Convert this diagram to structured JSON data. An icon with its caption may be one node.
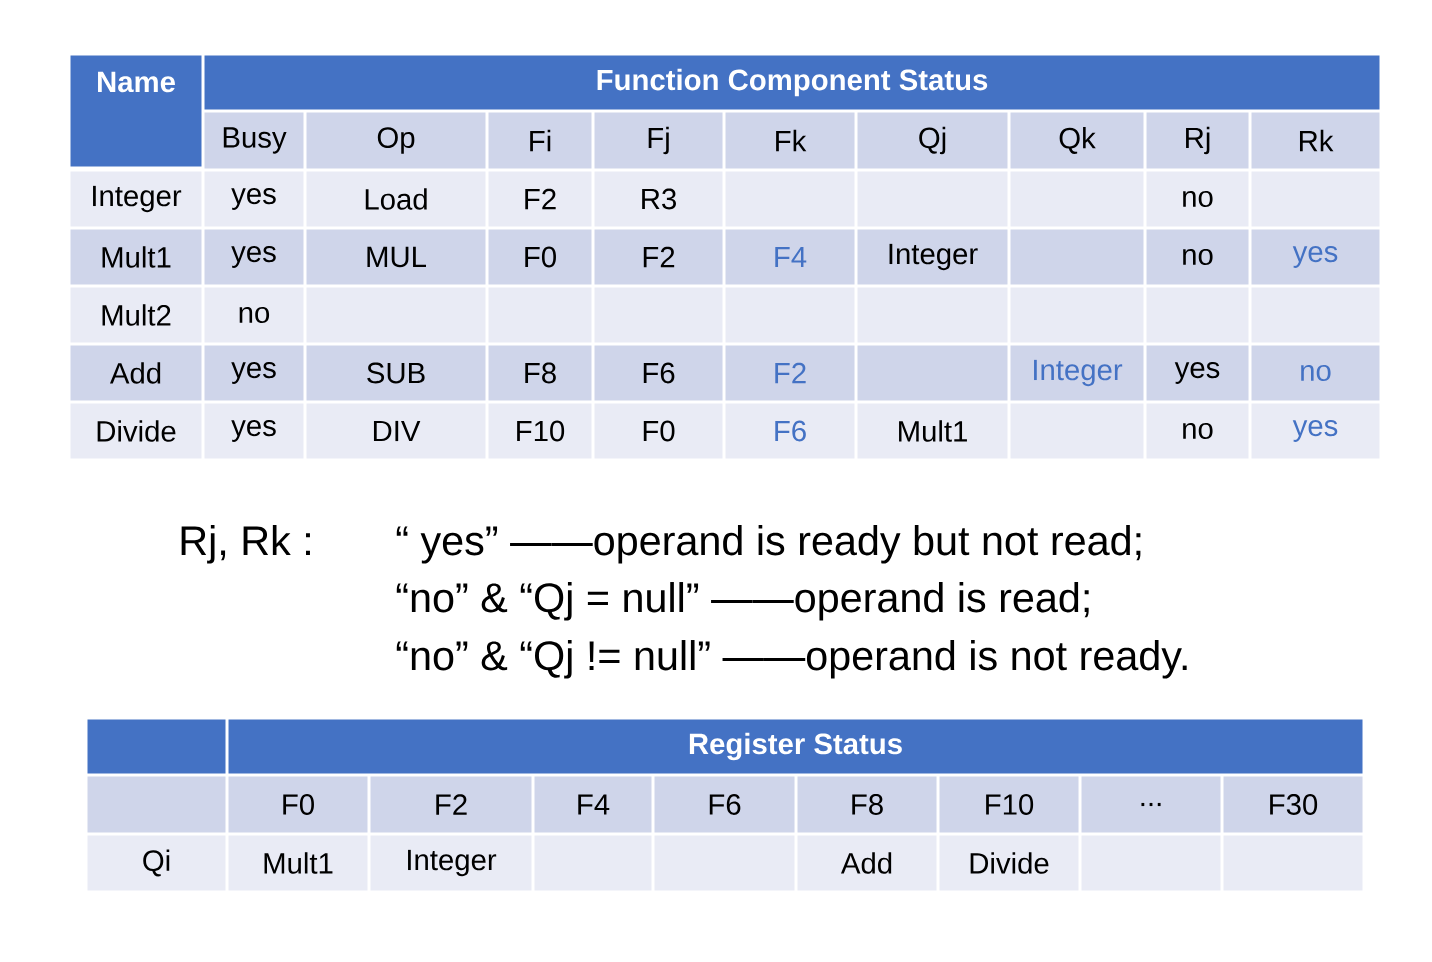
{
  "diagram": {
    "labels": [
      "Name",
      "Function Component Status",
      "Busy",
      "Op",
      "Fi",
      "Fj",
      "Fk",
      "Qj",
      "Qk",
      "Rj",
      "Rk",
      "Integer",
      "yes",
      "Load",
      "F2",
      "R3",
      "no",
      "Mult1",
      "yes",
      "MUL",
      "F0",
      "F2",
      "F4",
      "Integer",
      "no",
      "yes",
      "Mult2",
      "no",
      "Add",
      "yes",
      "SUB",
      "F8",
      "F6",
      "F2",
      "Integer",
      "yes",
      "no",
      "Divide",
      "yes",
      "DIV",
      "F10",
      "F0",
      "F6",
      "Mult1",
      "no",
      "yes",
      "Rj, Rk :",
      "“ yes” ——operand is ready but not read;",
      "“no” & “Qj = null” ——operand is read;",
      "“no” & “Qj != null” ——operand is not ready.",
      "Register Status",
      "F0",
      "F2",
      "F4",
      "F6",
      "F8",
      "F10",
      "...",
      "F30",
      "Qi",
      "Mult1",
      "Integer",
      "Add",
      "Divide"
    ]
  }
}
